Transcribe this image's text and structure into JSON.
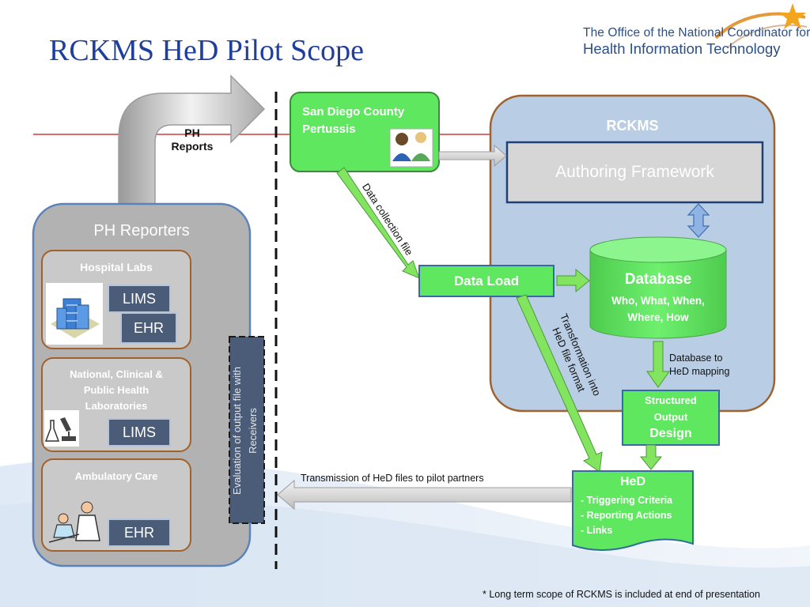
{
  "slide": {
    "title": "RCKMS HeD Pilot Scope",
    "onc_logo": {
      "line1": "The Office of the National Coordinator for",
      "line2": "Health Information Technology"
    },
    "footnote": "* Long term scope of RCKMS is included at end of presentation"
  },
  "diagram": {
    "ph_reports_arrow_label": [
      "PH",
      "Reports"
    ],
    "ph_reporters": {
      "title": "PH Reporters",
      "hospital_labs": {
        "title": "Hospital Labs",
        "systems": [
          "LIMS",
          "EHR"
        ]
      },
      "national_labs": {
        "title": [
          "National, Clinical &",
          "Public  Health",
          "Laboratories"
        ],
        "systems": [
          "LIMS"
        ]
      },
      "ambulatory": {
        "title": "Ambulatory Care",
        "systems": [
          "EHR"
        ]
      }
    },
    "evaluation_label": [
      "Evaluation of  output file  with",
      "Receivers"
    ],
    "san_diego": {
      "title": [
        "San Diego County",
        "Pertussis"
      ]
    },
    "data_collection_label": "Data collection file",
    "rckms": {
      "title": "RCKMS",
      "authoring_framework": "Authoring  Framework",
      "data_load": "Data Load",
      "database": {
        "title": "Database",
        "subtitle": [
          "Who, What, When,",
          "Where, How"
        ]
      }
    },
    "transformation_label": [
      "Transformation into",
      "HeD file format"
    ],
    "db_mapping_label": [
      "Database to",
      "HeD mapping"
    ],
    "structured_output": [
      "Structured",
      "Output",
      "Design"
    ],
    "hed": {
      "title": "HeD",
      "items": [
        "- Triggering Criteria",
        "- Reporting Actions",
        "- Links"
      ]
    },
    "transmission_label": "Transmission of HeD files to pilot partners"
  },
  "colors": {
    "title_blue": "#1f3f9e",
    "green_fill": "#5fe85f",
    "green_border": "#3d8a3d",
    "rckms_fill": "#b9cde5",
    "reporters_fill": "#b2b2b2",
    "brown_border": "#a0622d",
    "system_fill": "#4a5c78",
    "separator_red": "#d23c3c"
  }
}
